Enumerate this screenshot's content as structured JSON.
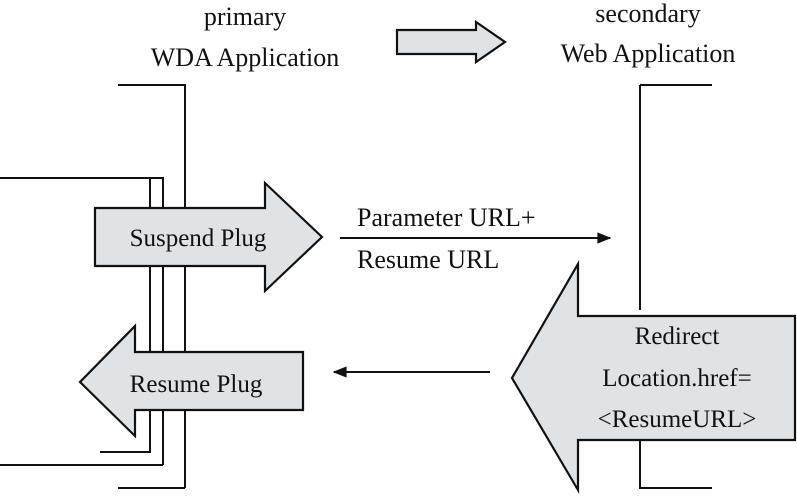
{
  "headers": {
    "primary": {
      "line1": "primary",
      "line2": "WDA Application"
    },
    "secondary": {
      "line1": "secondary",
      "line2": "Web Application"
    }
  },
  "arrows": {
    "suspend_plug": "Suspend Plug",
    "resume_plug": "Resume Plug",
    "redirect": {
      "line1": "Redirect",
      "line2": "Location.href=",
      "line3": "<ResumeURL>"
    }
  },
  "edges": {
    "forward": {
      "line1": "Parameter URL+",
      "line2": "Resume URL"
    }
  },
  "colors": {
    "fill": "#dfe3e6",
    "stroke": "#111111"
  }
}
